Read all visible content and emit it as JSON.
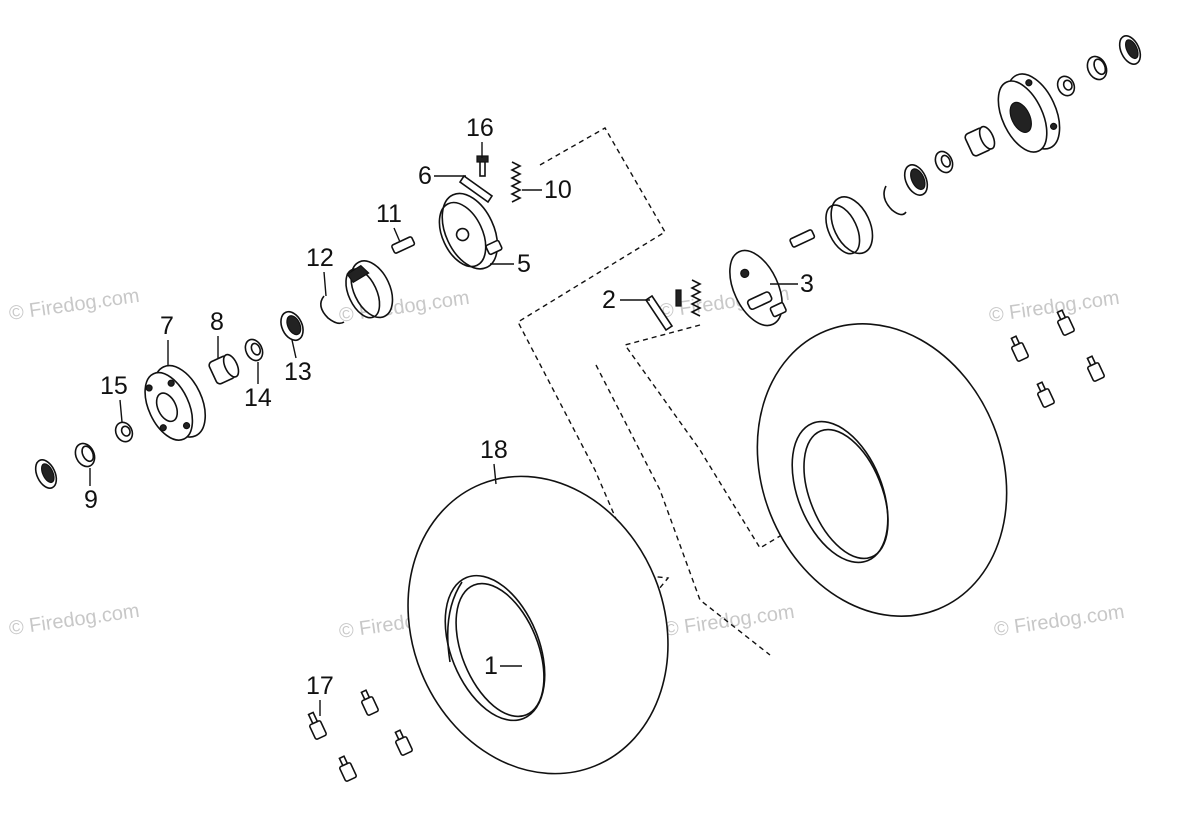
{
  "watermark": "© Firedog.com",
  "callouts": {
    "c1": "1",
    "c2": "2",
    "c3": "3",
    "c5": "5",
    "c6": "6",
    "c7": "7",
    "c8": "8",
    "c9": "9",
    "c10": "10",
    "c11": "11",
    "c12": "12",
    "c13": "13",
    "c14": "14",
    "c15": "15",
    "c16": "16",
    "c17": "17",
    "c18": "18"
  }
}
